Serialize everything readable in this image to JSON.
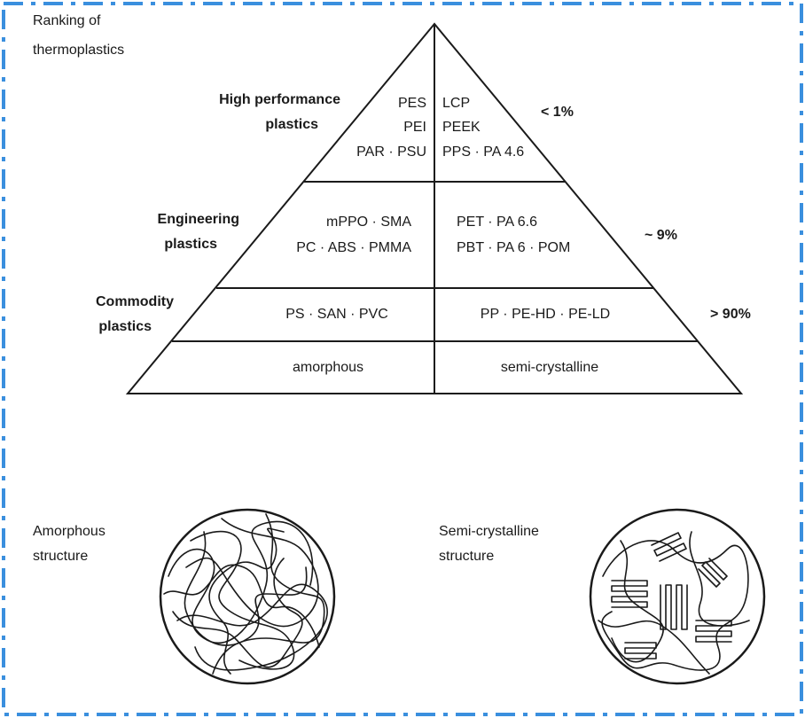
{
  "title_lines": [
    "Ranking of",
    "thermoplastics"
  ],
  "tiers": [
    {
      "name_lines": [
        "High performance",
        "plastics"
      ],
      "left_lines": [
        "PES",
        "PEI",
        "PAR · PSU"
      ],
      "right_lines": [
        "LCP",
        "PEEK",
        "PPS · PA 4.6"
      ],
      "share": "< 1%"
    },
    {
      "name_lines": [
        "Engineering",
        "plastics"
      ],
      "left_lines": [
        "mPPO · SMA",
        "PC · ABS · PMMA"
      ],
      "right_lines": [
        "PET · PA 6.6",
        "PBT · PA 6 · POM"
      ],
      "share": "~ 9%"
    },
    {
      "name_lines": [
        "Commodity",
        "plastics"
      ],
      "left_lines": [
        "PS · SAN · PVC"
      ],
      "right_lines": [
        "PP · PE-HD · PE-LD"
      ],
      "share": "> 90%"
    }
  ],
  "base": {
    "left": "amorphous",
    "right": "semi-crystalline"
  },
  "structures": {
    "amorphous_lines": [
      "Amorphous",
      "structure"
    ],
    "semicrystalline_lines": [
      "Semi-crystalline",
      "structure"
    ]
  },
  "colors": {
    "border": "#3a8fde",
    "ink": "#1a1a1a"
  }
}
